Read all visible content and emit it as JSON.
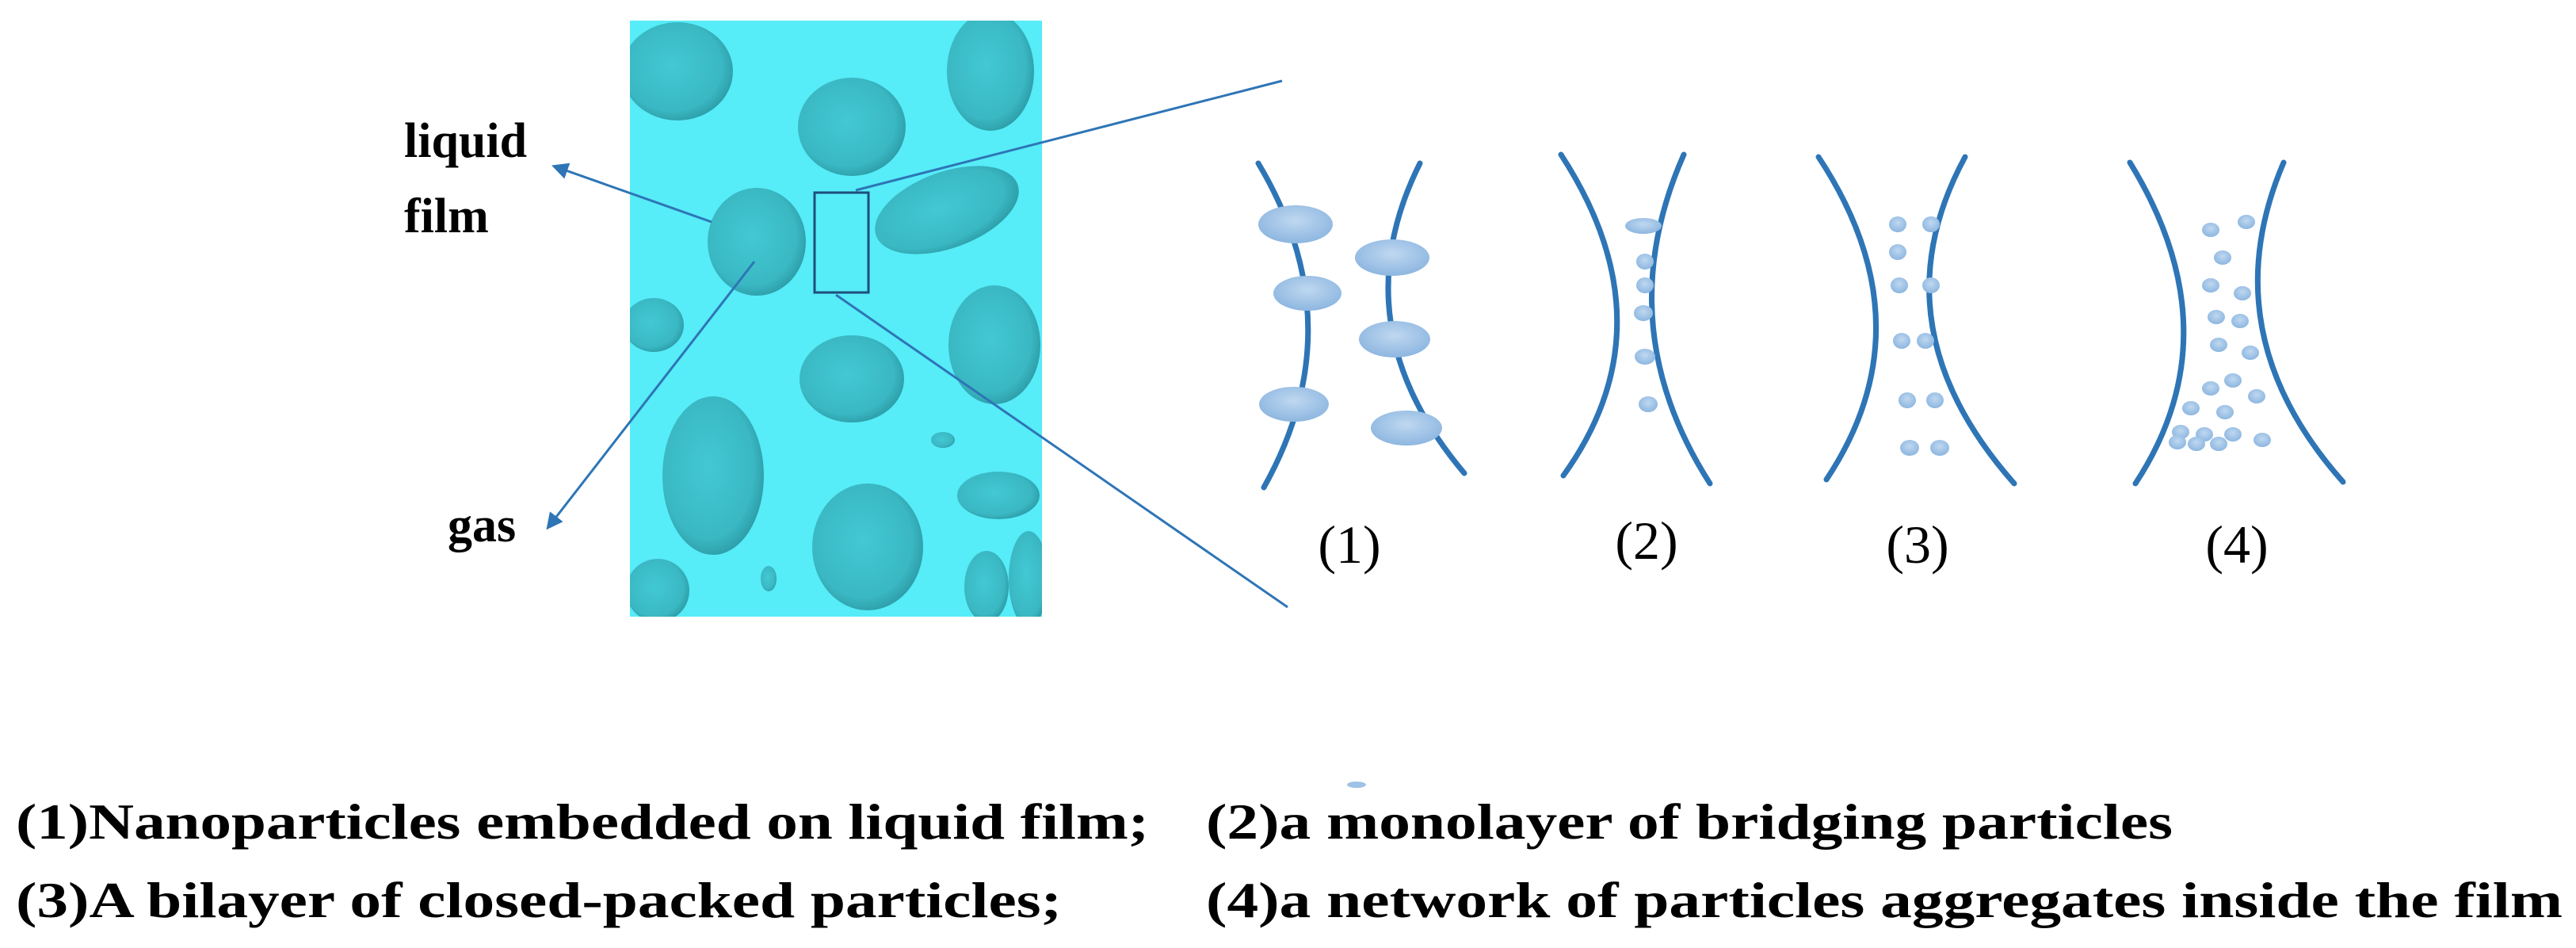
{
  "labels": {
    "liquid_film_line1": "liquid",
    "liquid_film_line2": "film",
    "gas": "gas"
  },
  "panels": [
    {
      "id": "1",
      "label": "(1)"
    },
    {
      "id": "2",
      "label": "(2)"
    },
    {
      "id": "3",
      "label": "(3)"
    },
    {
      "id": "4",
      "label": "(4)"
    }
  ],
  "caption": {
    "item1": "(1)Nanoparticles embedded on liquid film;",
    "item2": "(2)a monolayer of bridging particles",
    "item3": "(3)A bilayer of closed-packed particles;",
    "item4": "(4)a network of particles aggregates inside the film"
  },
  "colors": {
    "foam_background": "#56ECF8",
    "bubble": "#3BBEC9",
    "film_line": "#2E75B6",
    "particle": "#9DC3E6",
    "arrow": "#2E75B6"
  }
}
